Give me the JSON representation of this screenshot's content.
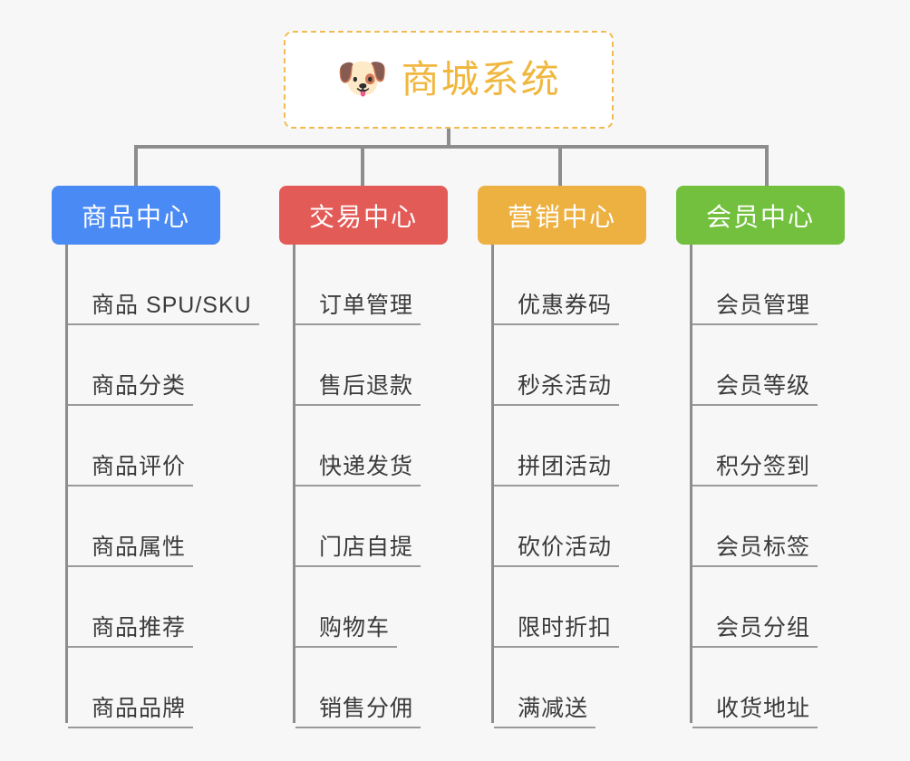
{
  "page": {
    "background_color": "#f7f7f7",
    "line_color": "#8d8d8d"
  },
  "root": {
    "icon": "shiba-dog-emoji",
    "emoji": "🐶",
    "title": "商城系统",
    "text_color": "#f0b73f",
    "border_color": "#f3bb52",
    "fill_color": "#ffffff"
  },
  "branches": [
    {
      "id": "product-center",
      "label": "商品中心",
      "color": "#4a8af4",
      "items": [
        "商品 SPU/SKU",
        "商品分类",
        "商品评价",
        "商品属性",
        "商品推荐",
        "商品品牌"
      ]
    },
    {
      "id": "trade-center",
      "label": "交易中心",
      "color": "#e35b57",
      "items": [
        "订单管理",
        "售后退款",
        "快递发货",
        "门店自提",
        "购物车",
        "销售分佣"
      ]
    },
    {
      "id": "marketing-center",
      "label": "营销中心",
      "color": "#edb142",
      "items": [
        "优惠券码",
        "秒杀活动",
        "拼团活动",
        "砍价活动",
        "限时折扣",
        "满减送"
      ]
    },
    {
      "id": "member-center",
      "label": "会员中心",
      "color": "#72c03e",
      "items": [
        "会员管理",
        "会员等级",
        "积分签到",
        "会员标签",
        "会员分组",
        "收货地址"
      ]
    }
  ]
}
